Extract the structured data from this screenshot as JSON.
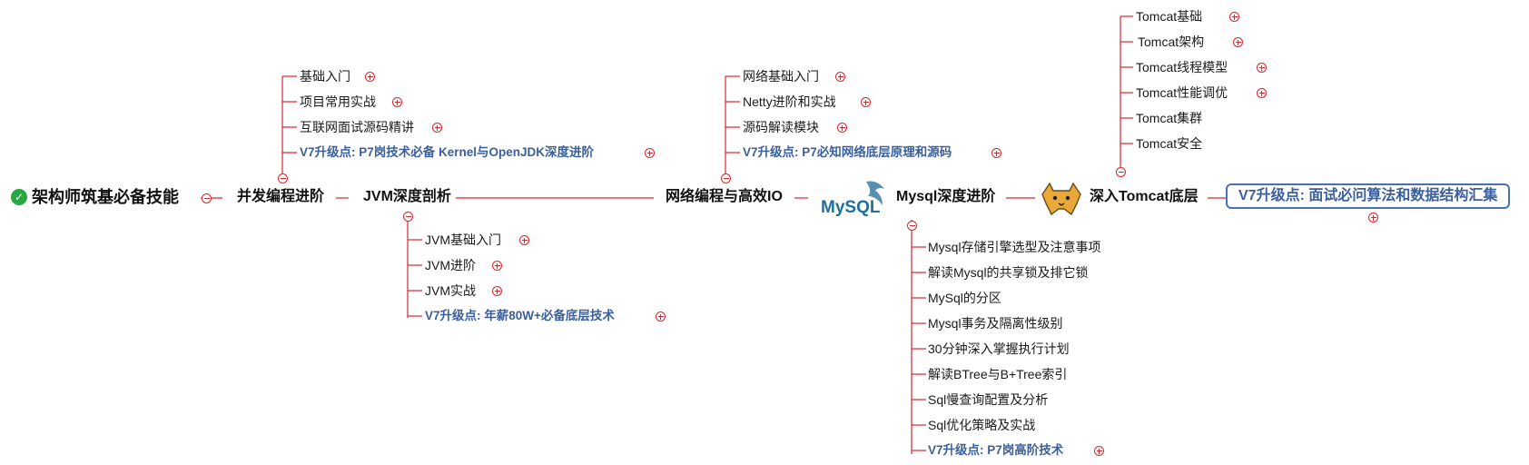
{
  "root": {
    "label": "架构师筑基必备技能"
  },
  "topics": [
    {
      "label": "并发编程进阶",
      "children": [
        "基础入门",
        "项目常用实战",
        "互联网面试源码精讲",
        "V7升级点: P7岗技术必备 Kernel与OpenJDK深度进阶"
      ]
    },
    {
      "label": "JVM深度剖析",
      "children": [
        "JVM基础入门",
        "JVM进阶",
        "JVM实战",
        "V7升级点: 年薪80W+必备底层技术"
      ]
    },
    {
      "label": "网络编程与高效IO",
      "children": [
        "网络基础入门",
        "Netty进阶和实战",
        "源码解读模块",
        "V7升级点: P7必知网络底层原理和源码"
      ]
    },
    {
      "label": "Mysql深度进阶",
      "children": [
        "Mysql存储引擎选型及注意事项",
        "解读Mysql的共享锁及排它锁",
        "MySql的分区",
        "Mysql事务及隔离性级别",
        "30分钟深入掌握执行计划",
        "解读BTree与B+Tree索引",
        "Sql慢查询配置及分析",
        "Sql优化策略及实战",
        "V7升级点: P7岗高阶技术"
      ]
    },
    {
      "label": "深入Tomcat底层",
      "children": [
        "Tomcat基础",
        "Tomcat架构",
        "Tomcat线程模型",
        "Tomcat性能调优",
        "Tomcat集群",
        "Tomcat安全"
      ]
    },
    {
      "label": "V7升级点: 面试必问算法和数据结构汇集"
    }
  ],
  "logos": {
    "mysql_text": "MySQL"
  },
  "colors": {
    "line": "#d4272e",
    "highlight": "#3a5f9c",
    "box": "#4a6fb5"
  }
}
